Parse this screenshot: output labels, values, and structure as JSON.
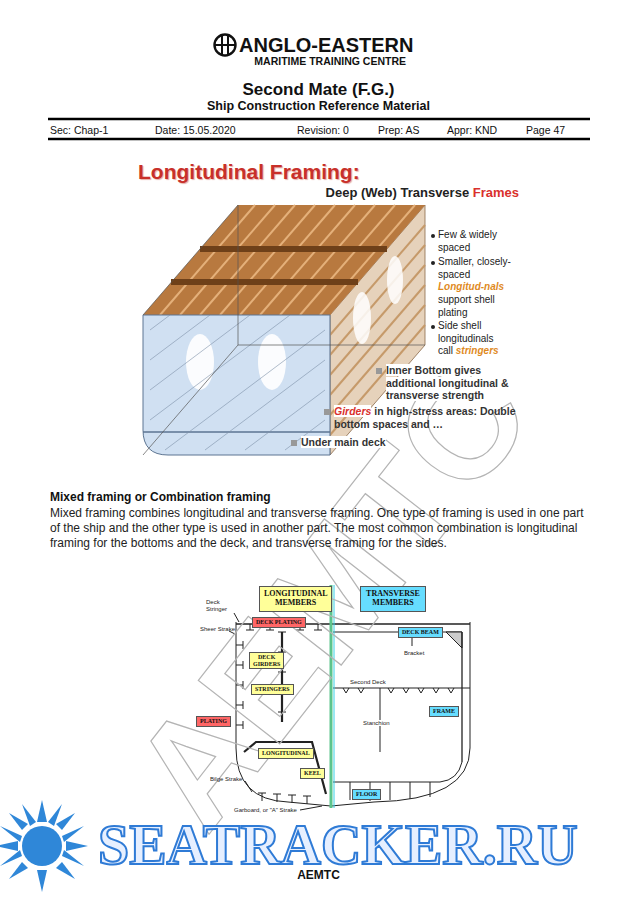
{
  "diagram": {
    "title": "Longitudinal Framing:",
    "nodes": [
      {
        "text": [
          "LONGITUDINAL MEMBERS"
        ]
      },
      {
        "text": [
          "TRANSVERSE MEMBERS"
        ]
      },
      {
        "text": [
          "DECK PLATING"
        ]
      },
      {
        "text": [
          "DECK GIRDERS"
        ]
      },
      {
        "text": [
          "STRINGERS"
        ]
      },
      {
        "text": [
          "PLATING"
        ]
      },
      {
        "text": [
          "LONGITUDINAL"
        ]
      },
      {
        "text": [
          "KEEL"
        ]
      },
      {
        "text": [
          "DECK BEAM"
        ]
      },
      {
        "text": [
          "FRAME"
        ]
      },
      {
        "text": [
          "FLOOR"
        ]
      }
    ],
    "labels": [
      "ANGLO-EASTERN",
      "MARITIME TRAINING CENTRE",
      "Second Mate (F.G.)",
      "Ship Construction Reference Material",
      "Sec: Chap-1",
      "Date: 15.05.2020",
      "Revision: 0",
      "Prep: AS",
      "Appr: KND",
      "Page 47",
      "Deep (Web) Transverse",
      "Frames",
      "Few & widely spaced",
      "Smaller, closely-spaced",
      "Longitud-nals",
      "support shell plating",
      "Side shell longitudinals call",
      "stringers",
      "Inner Bottom gives additional longitudinal & transverse strength",
      "Girders",
      "in high-stress areas: Double bottom spaces and …",
      "Under main deck",
      "Mixed framing or Combination framing",
      "Mixed framing combines longitudinal and transverse framing. One type of framing is used in one part of the ship and the other type is used in another part. The most common combination is longitudinal framing for the bottoms and the deck, and transverse framing for the sides.",
      "Deck Stringer",
      "Sheer Strake",
      "Bracket",
      "Second Deck",
      "Stanchion",
      "Bilge Strake",
      "Garboard, or \"A\" Strake",
      "AEMTC",
      "SEATRACKER.RU",
      "AEMTC"
    ]
  }
}
